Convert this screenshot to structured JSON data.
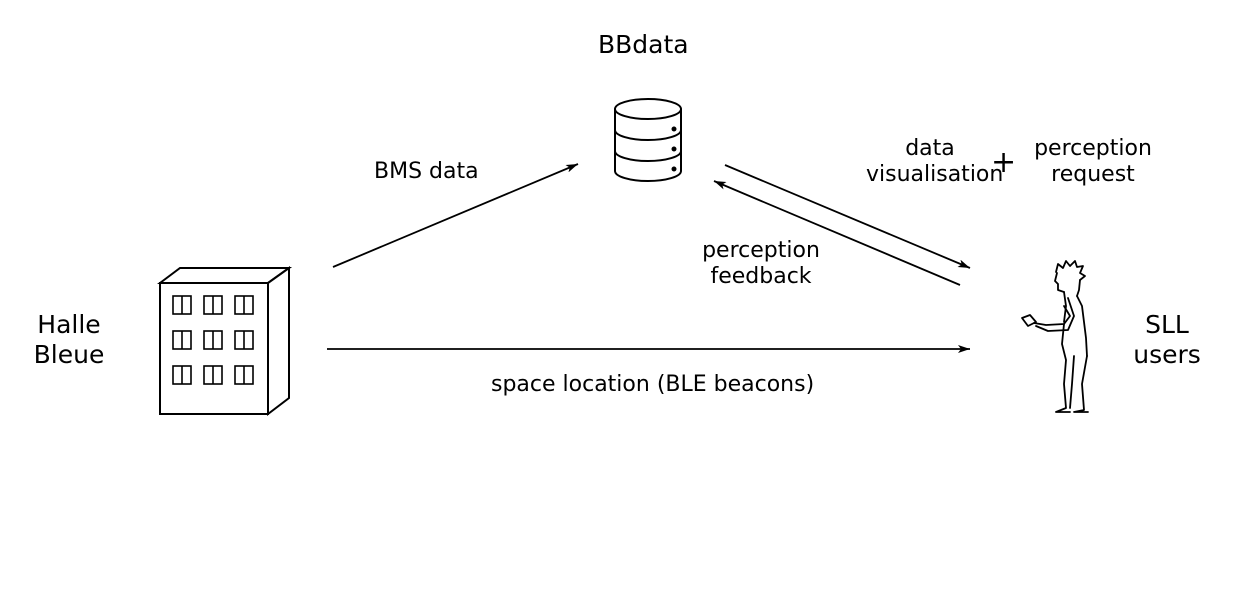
{
  "nodes": {
    "bbdata": {
      "label": "BBdata",
      "icon": "database-icon"
    },
    "halle_bleue": {
      "line1": "Halle",
      "line2": "Bleue",
      "icon": "building-icon"
    },
    "sll_users": {
      "line1": "SLL",
      "line2": "users",
      "icon": "person-icon"
    }
  },
  "edges": {
    "bms_data": "BMS data",
    "data_visualisation": {
      "line1": "data",
      "line2": "visualisation"
    },
    "plus": "+",
    "perception_request": {
      "line1": "perception",
      "line2": "request"
    },
    "perception_feedback": {
      "line1": "perception",
      "line2": "feedback"
    },
    "space_location": "space location (BLE beacons)"
  },
  "colors": {
    "stroke": "#000000",
    "background": "#ffffff"
  }
}
